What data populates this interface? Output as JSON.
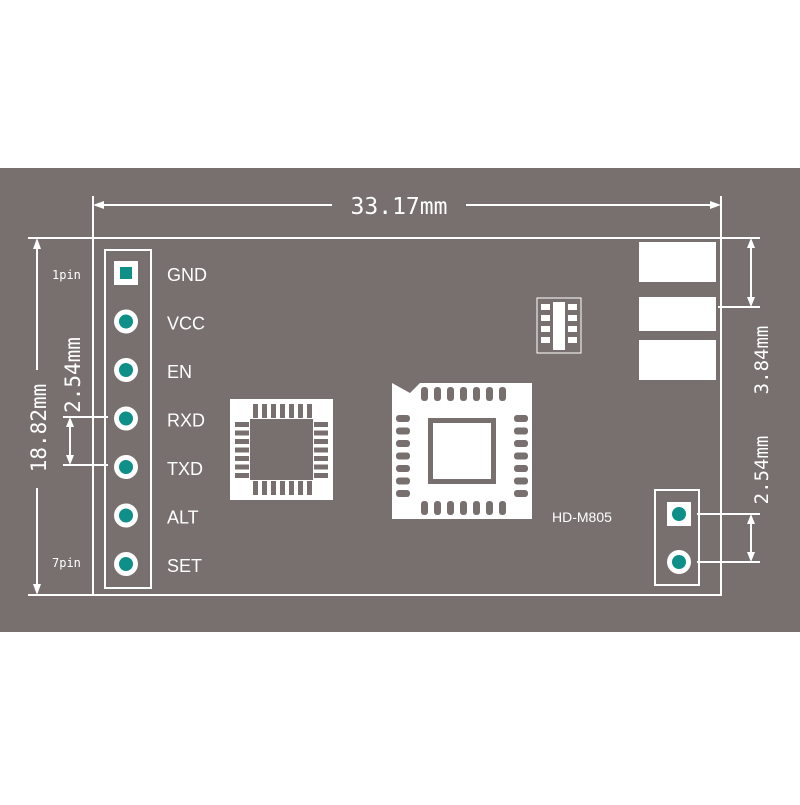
{
  "dimensions": {
    "width": "33.17mm",
    "height": "18.82mm",
    "pitch_left": "2.54mm",
    "pitch_right": "2.54mm",
    "pad_block": "3.84mm"
  },
  "pin_markers": {
    "first": "1pin",
    "last": "7pin"
  },
  "pins": [
    {
      "label": "GND",
      "square": true
    },
    {
      "label": "VCC",
      "square": false
    },
    {
      "label": "EN",
      "square": false
    },
    {
      "label": "RXD",
      "square": false
    },
    {
      "label": "TXD",
      "square": false
    },
    {
      "label": "ALT",
      "square": false
    },
    {
      "label": "SET",
      "square": false
    }
  ],
  "model": "HD-M805",
  "colors": {
    "board": "#77706e",
    "silk": "#ffffff",
    "pad": "#0e8f87"
  }
}
